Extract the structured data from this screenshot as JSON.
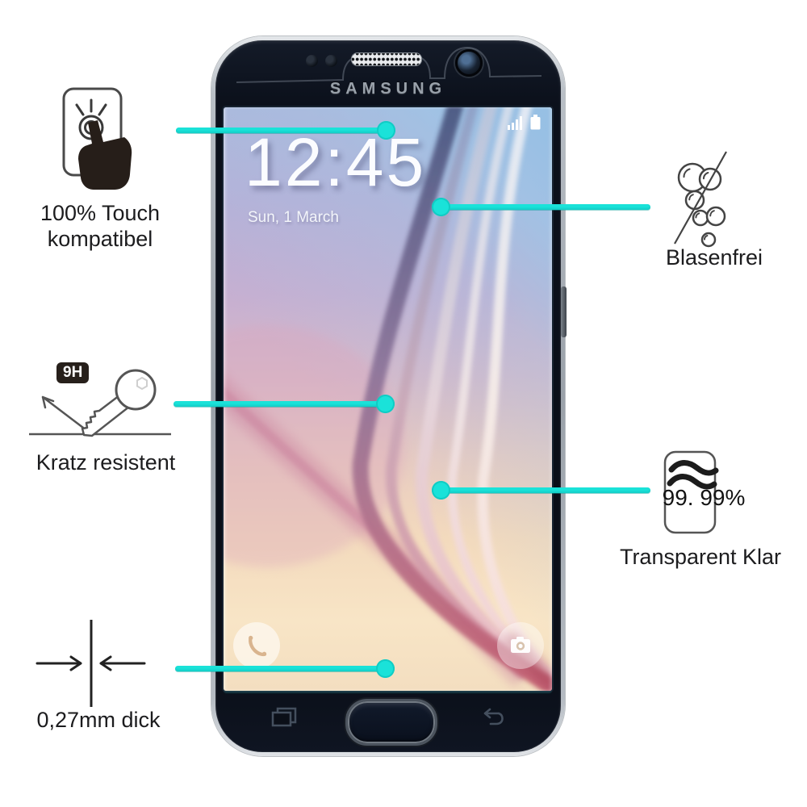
{
  "colors": {
    "callout": "#1ae2d9",
    "finger": "#261e19",
    "label_text": "#1c1c1e"
  },
  "features": {
    "touch": {
      "line1": "100% Touch",
      "line2": "kompatibel"
    },
    "bubbles": {
      "label": "Blasenfrei"
    },
    "scratch": {
      "label": "Kratz resistent",
      "hardness_badge": "9H"
    },
    "clarity": {
      "label": "Transparent Klar",
      "value": "99. 99%"
    },
    "thickness": {
      "label": "0,27mm dick"
    }
  },
  "phone": {
    "brand": "SAMSUNG",
    "lockscreen": {
      "time": "12:45",
      "date": "Sun, 1 March"
    }
  },
  "icons": {
    "touch": "touch-press-icon",
    "bubbles": "no-bubbles-icon",
    "scratch": "key-scratch-icon",
    "clarity": "clarity-percent-icon",
    "thickness": "thickness-arrows-icon",
    "status": [
      "signal-strength-icon",
      "battery-icon"
    ],
    "shortcuts": [
      "phone-call-icon",
      "camera-icon"
    ],
    "hardware": [
      "recents-key-icon",
      "home-button",
      "back-key-icon"
    ]
  }
}
